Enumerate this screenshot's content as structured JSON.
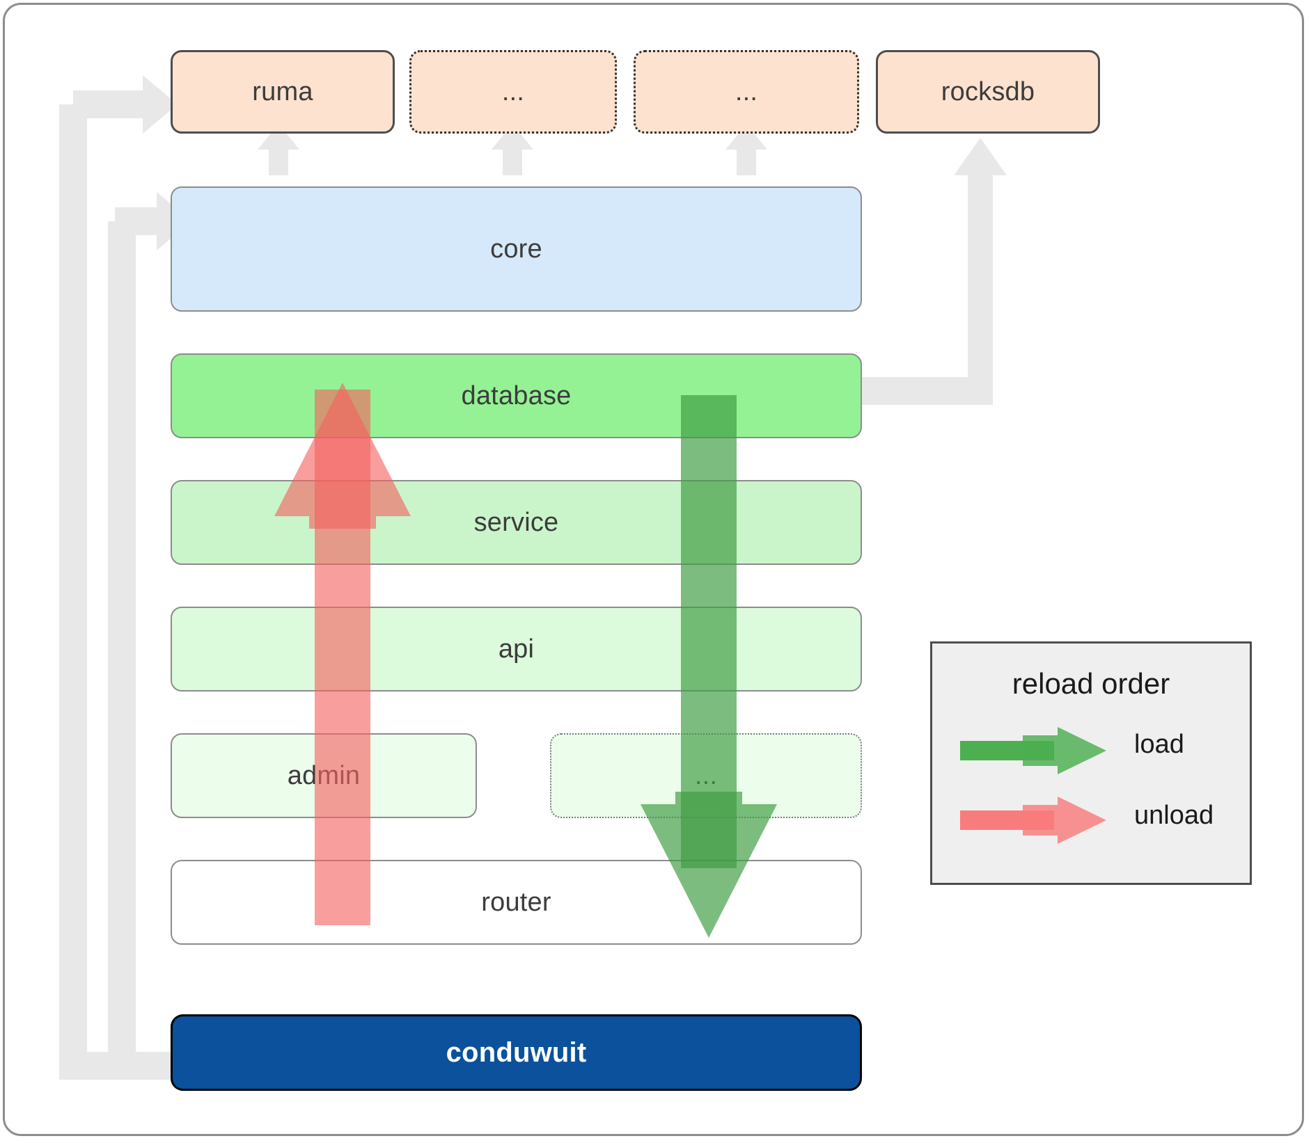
{
  "diagram": {
    "title": "conduwuit crate layering / reload order",
    "dependencies": [
      {
        "label": "ruma",
        "style": "solid"
      },
      {
        "label": "...",
        "style": "dotted"
      },
      {
        "label": "...",
        "style": "dotted"
      },
      {
        "label": "rocksdb",
        "style": "solid"
      }
    ],
    "stack": [
      {
        "label": "core",
        "fill": "#d6e9fb",
        "style": "solid"
      },
      {
        "label": "database",
        "fill": "#94f294",
        "style": "solid"
      },
      {
        "label": "service",
        "fill": "#caf5ca",
        "style": "solid"
      },
      {
        "label": "api",
        "fill": "#dcfadc",
        "style": "solid"
      },
      {
        "label": "admin",
        "fill": "#ecfdec",
        "style": "solid"
      },
      {
        "label": "...",
        "fill": "#ecfdec",
        "style": "dotted"
      },
      {
        "label": "router",
        "fill": "#ffffff",
        "style": "solid"
      }
    ],
    "application": {
      "label": "conduwuit",
      "fill": "#0b519c",
      "text_color": "#ffffff"
    },
    "legend": {
      "title": "reload order",
      "entries": [
        {
          "label": "load",
          "color": "#4caf50",
          "direction": "down"
        },
        {
          "label": "unload",
          "color": "#f97c7c",
          "direction": "up"
        }
      ]
    },
    "colors": {
      "dependency_fill": "#fde2cf",
      "connector": "#e8e8e8",
      "node_border": "#8c8c8c",
      "load_arrow": "#4caf50",
      "unload_arrow": "#f97c7c",
      "legend_bg": "#efefef"
    }
  }
}
